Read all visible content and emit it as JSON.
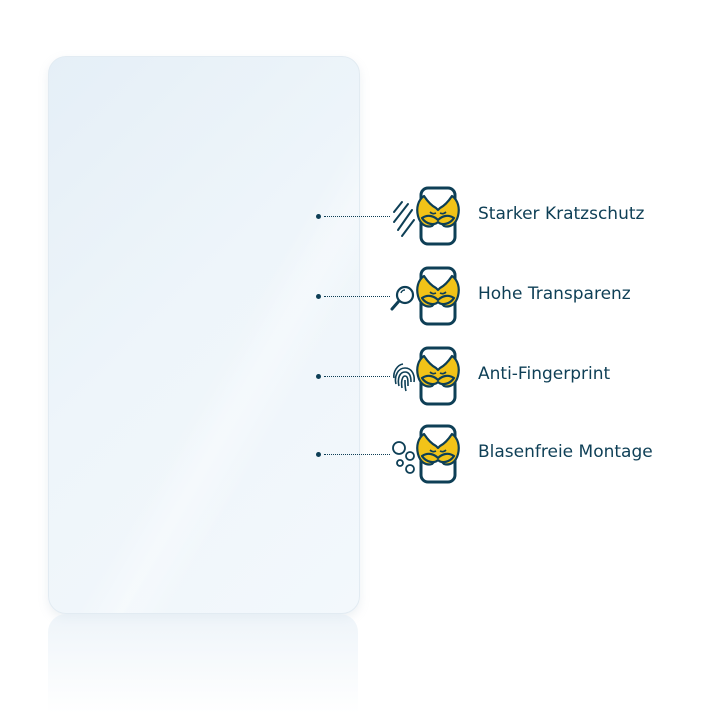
{
  "features": [
    {
      "label": "Starker Kratzschutz",
      "icon": "scratch-icon"
    },
    {
      "label": "Hohe Transparenz",
      "icon": "magnifier-icon"
    },
    {
      "label": "Anti-Fingerprint",
      "icon": "fingerprint-icon"
    },
    {
      "label": "Blasenfreie Montage",
      "icon": "bubbles-icon"
    }
  ],
  "colors": {
    "navy": "#0e3f56",
    "yellow": "#f2c318",
    "panel": "#eaf3f9"
  }
}
